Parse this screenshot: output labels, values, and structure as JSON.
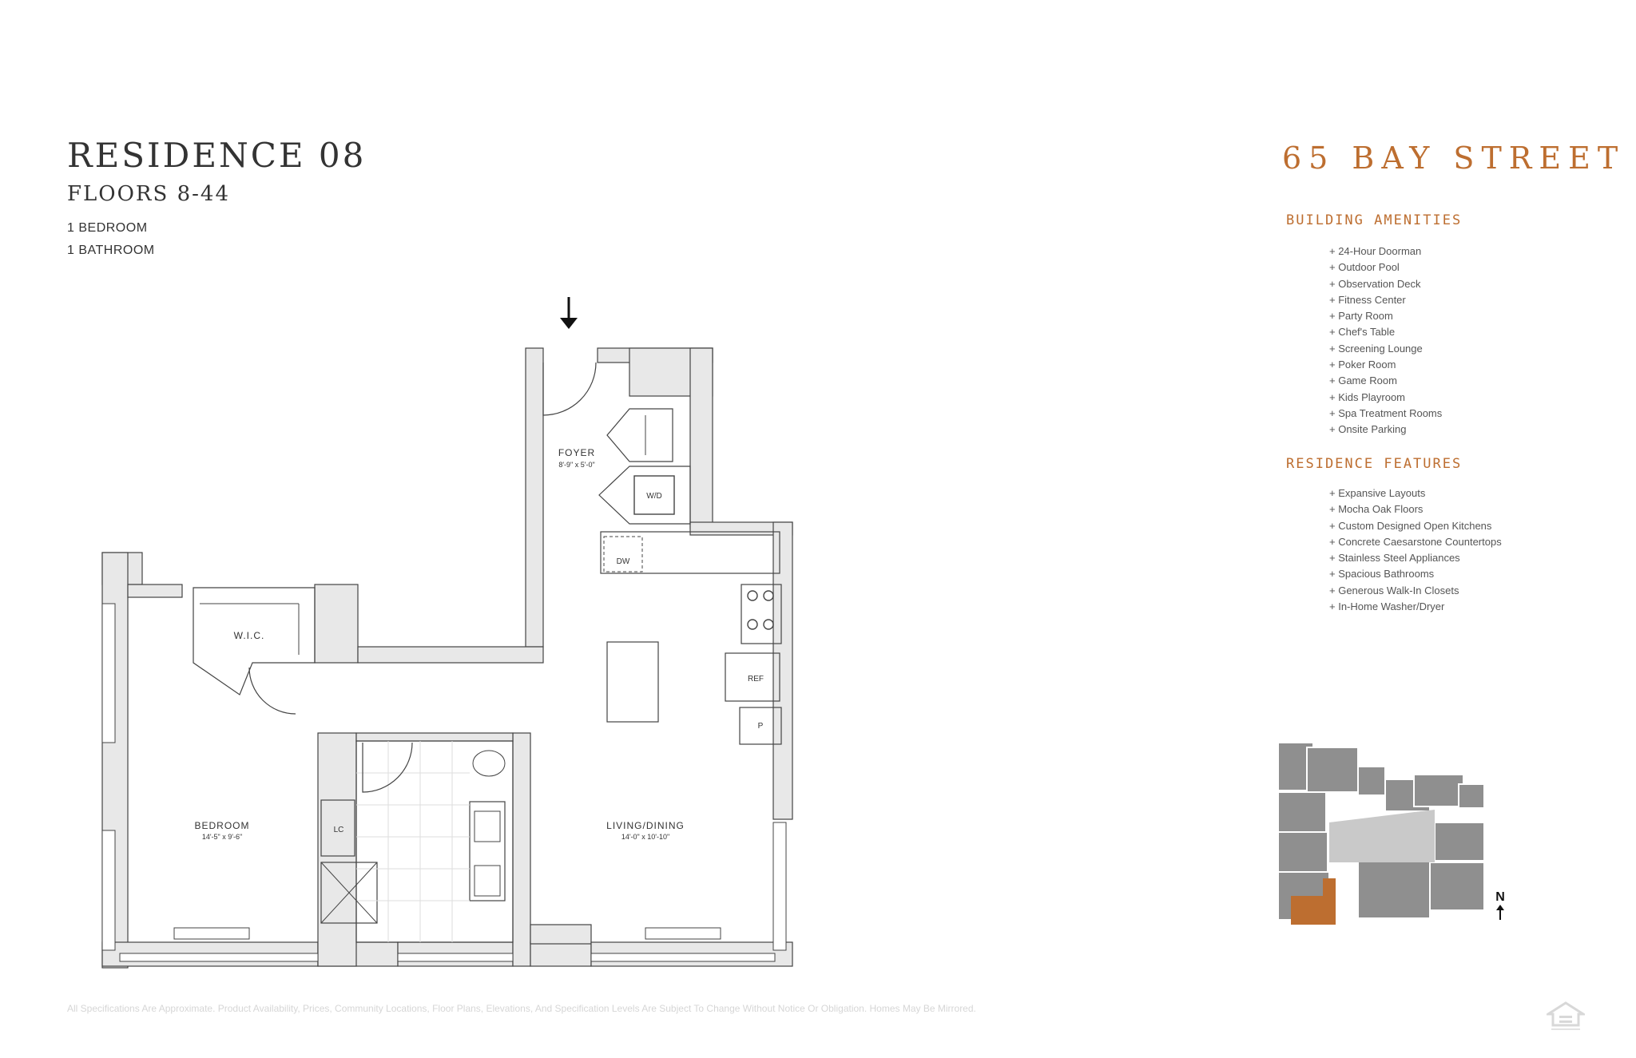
{
  "residence": {
    "title": "RESIDENCE 08",
    "floors": "FLOORS 8-44",
    "bedrooms": "1 BEDROOM",
    "bathrooms": "1 BATHROOM"
  },
  "building": {
    "name": "65 BAY STREET",
    "amenities_heading": "BUILDING AMENITIES",
    "amenities": [
      "+ 24-Hour Doorman",
      "+ Outdoor Pool",
      "+ Observation Deck",
      "+ Fitness Center",
      "+ Party Room",
      "+ Chef's Table",
      "+ Screening Lounge",
      "+ Poker Room",
      "+ Game Room",
      "+ Kids Playroom",
      "+ Spa Treatment Rooms",
      "+ Onsite Parking"
    ],
    "features_heading": "RESIDENCE FEATURES",
    "features": [
      "+ Expansive Layouts",
      "+ Mocha Oak Floors",
      "+ Custom Designed Open Kitchens",
      "+ Concrete Caesarstone Countertops",
      "+ Stainless Steel Appliances",
      "+ Spacious Bathrooms",
      "+ Generous Walk-In Closets",
      "+ In-Home Washer/Dryer"
    ]
  },
  "floorplan": {
    "rooms": {
      "foyer": {
        "name": "FOYER",
        "dims": "8'-9\" x 5'-0\""
      },
      "bedroom": {
        "name": "BEDROOM",
        "dims": "14'-5\" x 9'-6\""
      },
      "living": {
        "name": "LIVING/DINING",
        "dims": "14'-0\" x 10'-10\""
      },
      "wic": {
        "name": "W.I.C."
      }
    },
    "fixtures": {
      "wd": "W/D",
      "dw": "DW",
      "ref": "REF",
      "pantry": "P",
      "lc": "LC"
    }
  },
  "keyplan": {
    "north": "N",
    "highlight_color": "#bd6e30",
    "block_color": "#8f8f8f",
    "core_color": "#c9c9c9"
  },
  "disclaimer": "All Specifications Are Approximate. Product Availability, Prices, Community Locations, Floor Plans, Elevations, And Specification Levels Are Subject To Change Without Notice Or Obligation. Homes May Be Mirrored."
}
